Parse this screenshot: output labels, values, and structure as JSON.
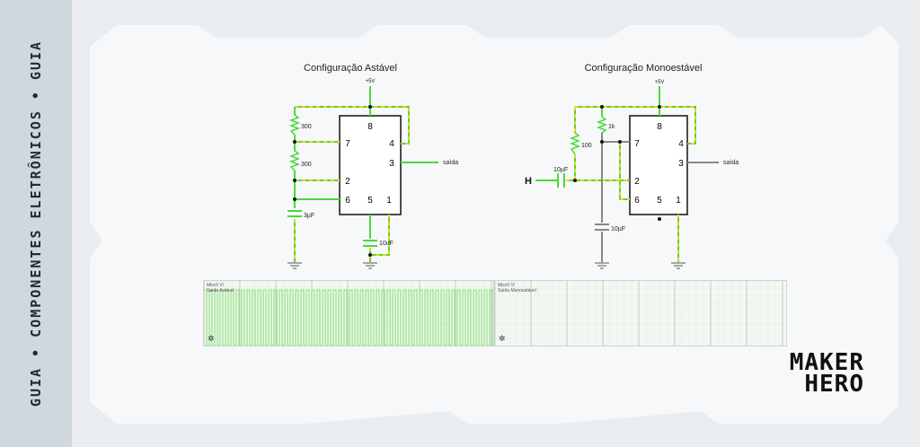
{
  "sidebar": {
    "text": "GUIA • COMPONENTES ELETRÔNICOS • GUIA"
  },
  "astable": {
    "title": "Configuração Astável",
    "supply": "+5V",
    "r1": "300",
    "r2": "300",
    "cap": "3µF",
    "cap2": "10uF",
    "pins": [
      "8",
      "7",
      "4",
      "3",
      "2",
      "6",
      "5",
      "1"
    ],
    "output": "saída"
  },
  "monostable": {
    "title": "Configuração Monoestável",
    "supply": "+5V",
    "r1": "1k",
    "r2": "100",
    "cap_in": "10µF",
    "cap": "10µF",
    "input": "H",
    "pins": [
      "8",
      "7",
      "4",
      "3",
      "2",
      "6",
      "5",
      "1"
    ],
    "output": "saída"
  },
  "scope_astable": {
    "line1": "Misc5 V\\",
    "line2": "Saída Astável"
  },
  "scope_mono": {
    "line1": "Misc0 V\\",
    "line2": "Saída Monoestável"
  },
  "logo": {
    "line1": "MAKER",
    "line2": "HERO"
  },
  "colors": {
    "wire_green": "#4cd93a",
    "wire_yellow": "#e6d21f",
    "wire_gray": "#888888",
    "panel": "#f6f8fa",
    "sidebar": "#cfd8dd"
  }
}
